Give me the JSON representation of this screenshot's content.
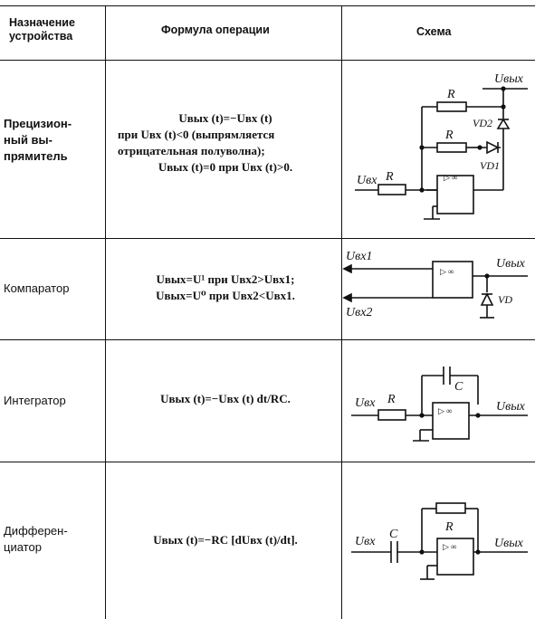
{
  "header": {
    "col1_line1": "Назначение",
    "col1_line2": "устройства",
    "col2": "Формула операции",
    "col3": "Схема"
  },
  "rows": [
    {
      "device_line1": "Прецизион-",
      "device_line2": "ный вы-",
      "device_line3": "прямитель",
      "formula_lines": [
        "Uвых (t)=−Uвх (t)",
        "при Uвх (t)<0  (выпрямляется",
        "отрицательная полуволна);",
        "Uвых (t)=0 при Uвх (t)>0."
      ],
      "labels": {
        "r_top": "R",
        "r_mid": "R",
        "r_in": "R",
        "out": "Uвых",
        "in": "Uвх",
        "vd2": "VD2",
        "vd1": "VD1"
      }
    },
    {
      "device_line1": "Компаратор",
      "formula_lines": [
        "Uвых=U¹ при Uвх2>Uвх1;",
        "Uвых=U⁰ при Uвх2<Uвх1."
      ],
      "labels": {
        "in1": "Uвх1",
        "in2": "Uвх2",
        "out": "Uвых",
        "vd": "VD"
      }
    },
    {
      "device_line1": "Интегратор",
      "formula_lines": [
        "Uвых (t)=−Uвх (t) dt/RC."
      ],
      "labels": {
        "in": "Uвх",
        "r": "R",
        "c": "C",
        "out": "Uвых"
      }
    },
    {
      "device_line1": "Дифферен-",
      "device_line2": "циатор",
      "formula_lines": [
        "Uвых (t)=−RC [dUвх (t)/dt]."
      ],
      "labels": {
        "in": "Uвх",
        "c": "C",
        "r": "R",
        "out": "Uвых"
      }
    }
  ]
}
